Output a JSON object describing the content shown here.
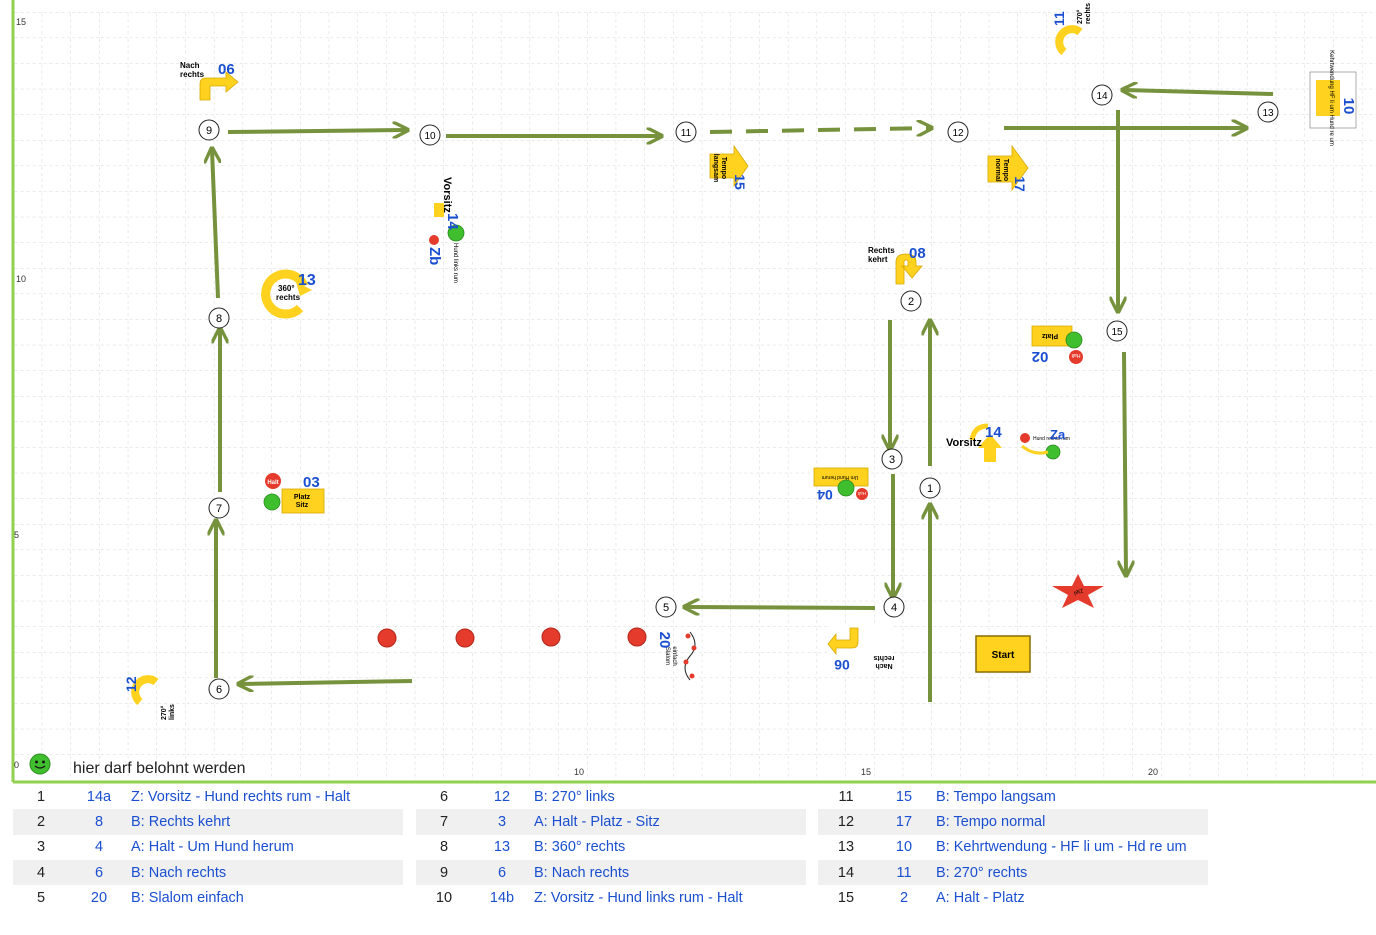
{
  "axis": {
    "y_ticks": [
      "15",
      "10",
      "5",
      "0"
    ],
    "x_ticks": [
      "10",
      "15",
      "20"
    ]
  },
  "stations": [
    "1",
    "2",
    "3",
    "4",
    "5",
    "6",
    "7",
    "8",
    "9",
    "10",
    "11",
    "12",
    "13",
    "14",
    "15"
  ],
  "signs": {
    "s06_top": {
      "num": "06",
      "label1": "Nach",
      "label2": "rechts"
    },
    "s06_bottom": {
      "num": "06",
      "label1": "Nach",
      "label2": "rechts"
    },
    "s08": {
      "num": "08",
      "label1": "Rechts",
      "label2": "kehrt"
    },
    "s11": {
      "num": "11",
      "label1": "270°",
      "label2": "rechts"
    },
    "s12": {
      "num": "12",
      "label1": "270°",
      "label2": "links"
    },
    "s13": {
      "num": "13",
      "label1": "360°",
      "label2": "rechts"
    },
    "s10": {
      "num": "10",
      "label": "Kehrtwendung HF li um Hund re um"
    },
    "s15": {
      "num": "15",
      "label1": "Tempo",
      "label2": "langsam"
    },
    "s17": {
      "num": "17",
      "label1": "Tempo",
      "label2": "normal"
    },
    "s14b": {
      "num": "14",
      "code": "Zb",
      "label": "Vorsitz",
      "sub": "Hund links rum"
    },
    "s14a": {
      "num": "14",
      "code": "Za",
      "label": "Vorsitz",
      "sub": "Hund rechts rum"
    },
    "s03": {
      "num": "03",
      "halt": "Halt",
      "label1": "Platz",
      "label2": "Sitz"
    },
    "s02": {
      "num": "02",
      "label": "Platz",
      "halt": "Halt"
    },
    "s04": {
      "num": "04",
      "label": "Um Hund herum",
      "halt": "Halt"
    },
    "s20": {
      "num": "20",
      "label1": "Slalom",
      "label2": "einfach"
    },
    "start": "Start",
    "ziel": "Ziel"
  },
  "legend": {
    "text": "hier darf belohnt werden",
    "icon": "green-smiley-icon"
  },
  "table": [
    [
      {
        "n": "1",
        "code": "14a",
        "desc": "Z: Vorsitz - Hund rechts rum - Halt"
      },
      {
        "n": "2",
        "code": "8",
        "desc": "B: Rechts kehrt"
      },
      {
        "n": "3",
        "code": "4",
        "desc": "A: Halt - Um Hund herum"
      },
      {
        "n": "4",
        "code": "6",
        "desc": "B: Nach rechts"
      },
      {
        "n": "5",
        "code": "20",
        "desc": "B: Slalom einfach"
      }
    ],
    [
      {
        "n": "6",
        "code": "12",
        "desc": "B: 270° links"
      },
      {
        "n": "7",
        "code": "3",
        "desc": "A: Halt - Platz - Sitz"
      },
      {
        "n": "8",
        "code": "13",
        "desc": "B: 360° rechts"
      },
      {
        "n": "9",
        "code": "6",
        "desc": "B: Nach rechts"
      },
      {
        "n": "10",
        "code": "14b",
        "desc": "Z: Vorsitz - Hund links rum - Halt"
      }
    ],
    [
      {
        "n": "11",
        "code": "15",
        "desc": "B: Tempo langsam"
      },
      {
        "n": "12",
        "code": "17",
        "desc": "B: Tempo normal"
      },
      {
        "n": "13",
        "code": "10",
        "desc": "B: Kehrtwendung - HF li um - Hd re um"
      },
      {
        "n": "14",
        "code": "11",
        "desc": "B: 270° rechts"
      },
      {
        "n": "15",
        "code": "2",
        "desc": "A: Halt - Platz"
      }
    ]
  ],
  "colors": {
    "arrow": "#76923c",
    "frame": "#92d050",
    "sign_yellow": "#ffd21f",
    "number_blue": "#1a4fd0",
    "grid": "#d0d0d0"
  }
}
